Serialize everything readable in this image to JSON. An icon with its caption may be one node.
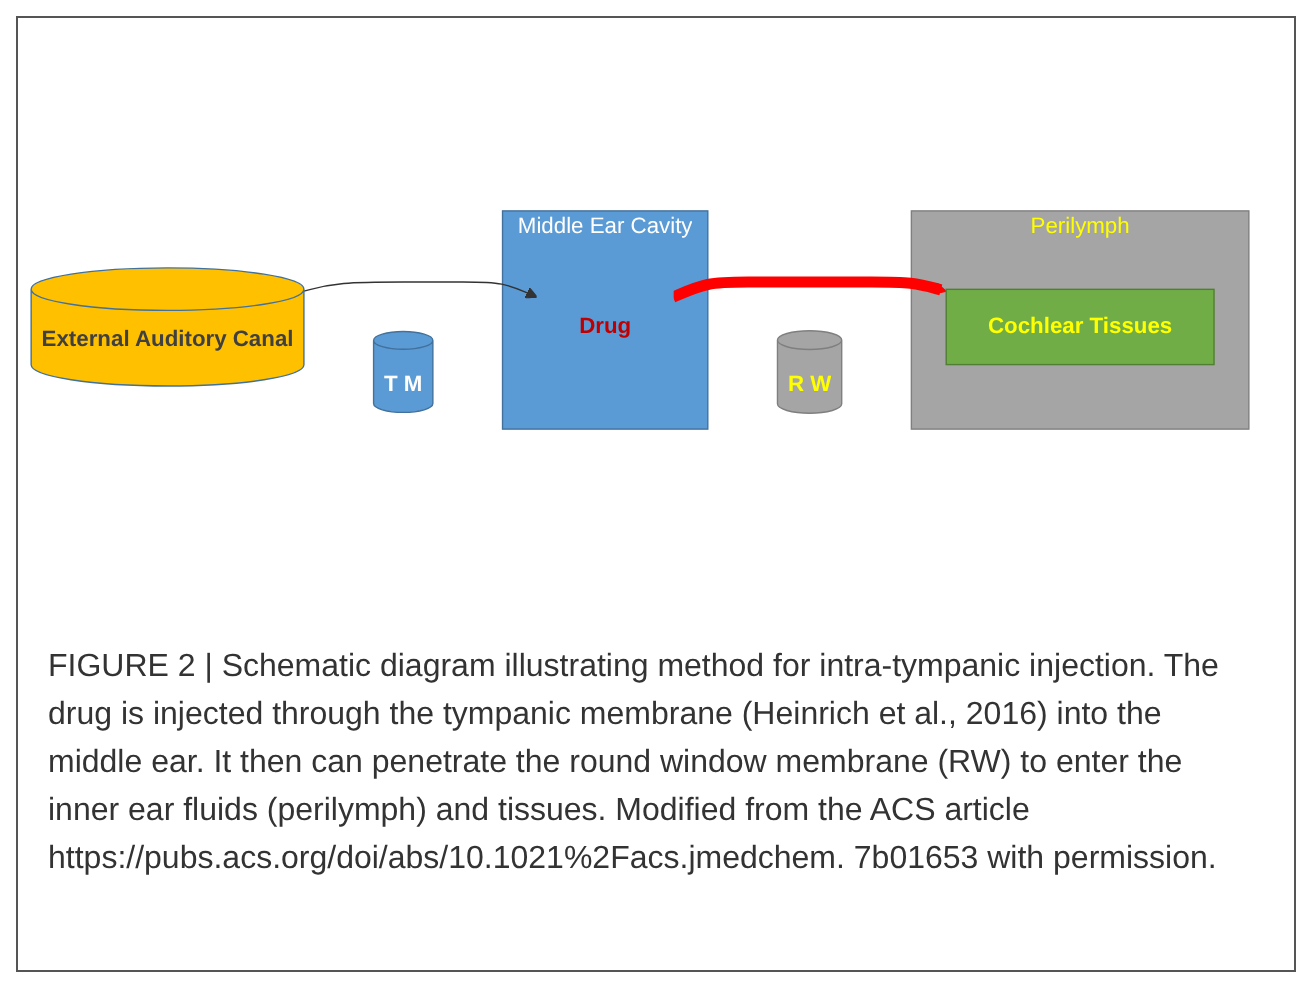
{
  "diagram": {
    "caption": "FIGURE 2 | Schematic diagram illustrating method for intra-tympanic injection. The drug is injected through the tympanic membrane (Heinrich et al., 2016) into the middle ear. It then can penetrate the round window membrane (RW) to enter the inner ear fluids (perilymph) and tissues. Modified from the ACS article https://pubs.acs.org/doi/abs/10.1021%2Facs.jmedchem. 7b01653 with permission.",
    "nodes": [
      {
        "text": [
          "External Auditory Canal"
        ]
      },
      {
        "text": [
          "T M"
        ]
      },
      {
        "text": [
          "Middle Ear Cavity"
        ]
      },
      {
        "text": [
          "Drug"
        ],
        "in": 2
      },
      {
        "text": [
          "R W"
        ]
      },
      {
        "text": [
          "Perilymph"
        ]
      },
      {
        "text": [
          "Cochlear Tissues"
        ],
        "in": 5
      }
    ],
    "edges": [
      {
        "from": 0,
        "to": 3,
        "arrow": "to"
      },
      {
        "from": 3,
        "to": 6,
        "arrow": "to",
        "style": "thick",
        "color": "#ff0000"
      }
    ]
  }
}
